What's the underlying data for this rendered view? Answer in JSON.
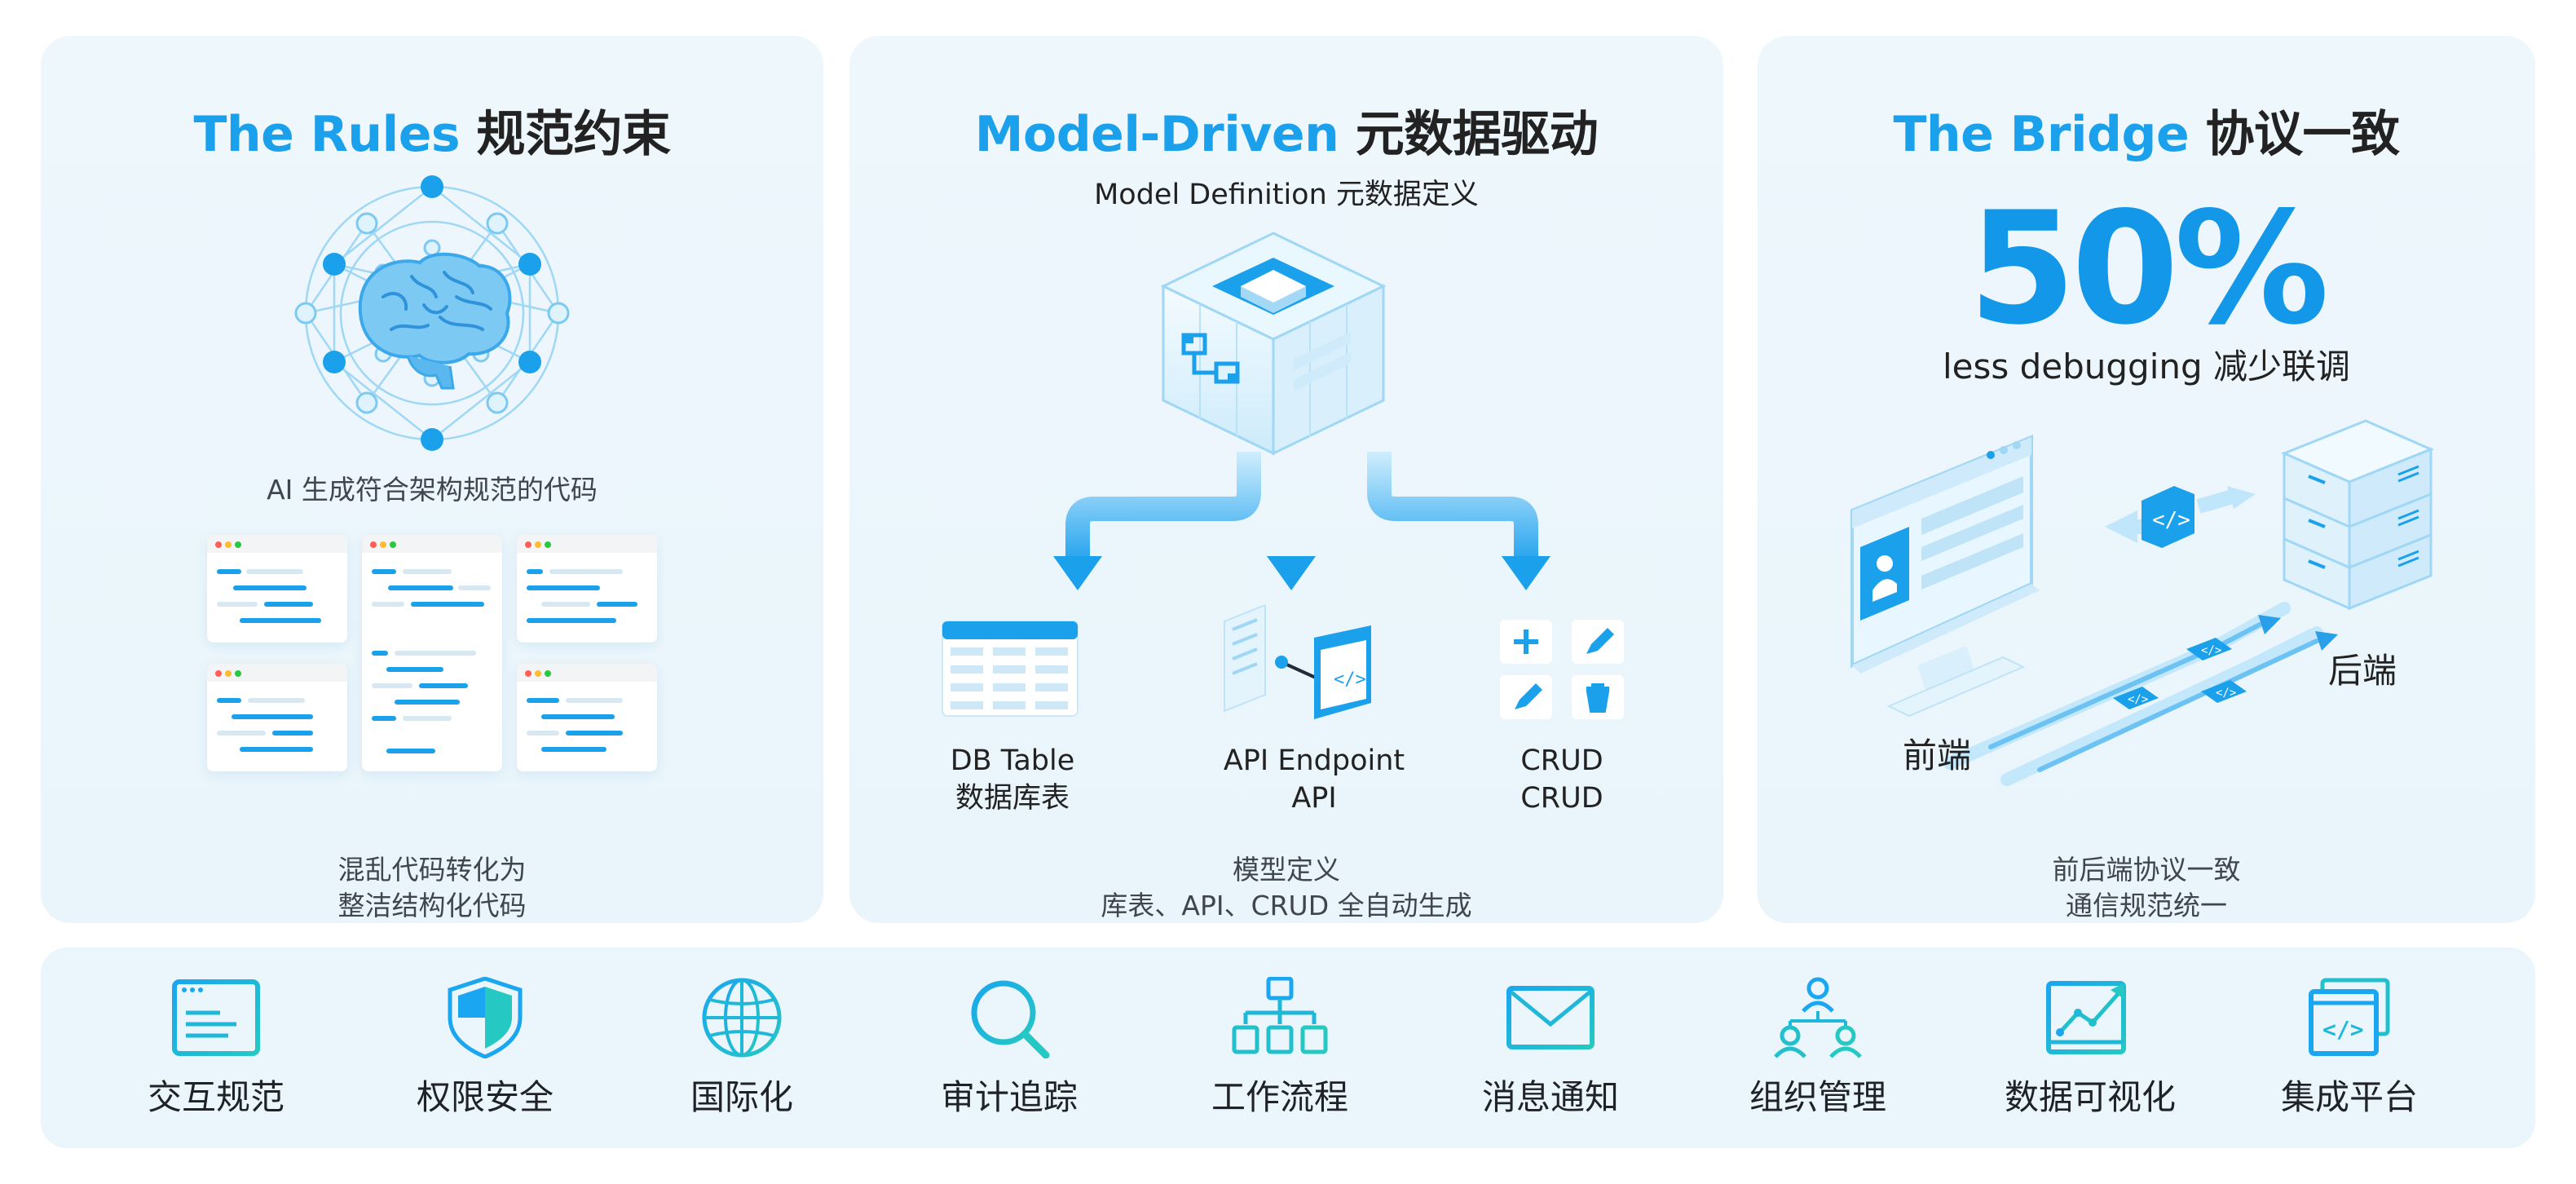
{
  "colors": {
    "accent": "#1ba0ec",
    "dark": "#1f2329",
    "panel_bg": "#eef7fc",
    "line_light": "#8fd3f6"
  },
  "panel1": {
    "title_en": "The Rules",
    "title_zh": "规范约束",
    "caption_top": "AI 生成符合架构规范的代码",
    "caption_bottom_1": "混乱代码转化为",
    "caption_bottom_2": "整洁结构化代码",
    "icons": [
      "brain-network-icon",
      "code-window-icon"
    ]
  },
  "panel2": {
    "title_en": "Model-Driven",
    "title_zh": "元数据驱动",
    "subtitle": "Model Definition 元数据定义",
    "outputs": [
      {
        "line1": "DB Table",
        "line2": "数据库表",
        "icon": "db-table-icon"
      },
      {
        "line1": "API Endpoint",
        "line2": "API",
        "icon": "api-endpoint-icon"
      },
      {
        "line1": "CRUD",
        "line2": "CRUD",
        "icon": "crud-icon"
      }
    ],
    "caption_1": "模型定义",
    "caption_2": "库表、API、CRUD 全自动生成"
  },
  "panel3": {
    "title_en": "The Bridge",
    "title_zh": "协议一致",
    "stat": "50%",
    "stat_label": "less debugging 减少联调",
    "frontend": "前端",
    "backend": "后端",
    "caption_1": "前后端协议一致",
    "caption_2": "通信规范统一"
  },
  "features": [
    {
      "label": "交互规范",
      "icon": "browser-window-icon"
    },
    {
      "label": "权限安全",
      "icon": "shield-icon"
    },
    {
      "label": "国际化",
      "icon": "globe-icon"
    },
    {
      "label": "审计追踪",
      "icon": "magnifier-icon"
    },
    {
      "label": "工作流程",
      "icon": "org-flow-icon"
    },
    {
      "label": "消息通知",
      "icon": "envelope-icon"
    },
    {
      "label": "组织管理",
      "icon": "team-icon"
    },
    {
      "label": "数据可视化",
      "icon": "chart-icon"
    },
    {
      "label": "集成平台",
      "icon": "integration-icon"
    }
  ]
}
